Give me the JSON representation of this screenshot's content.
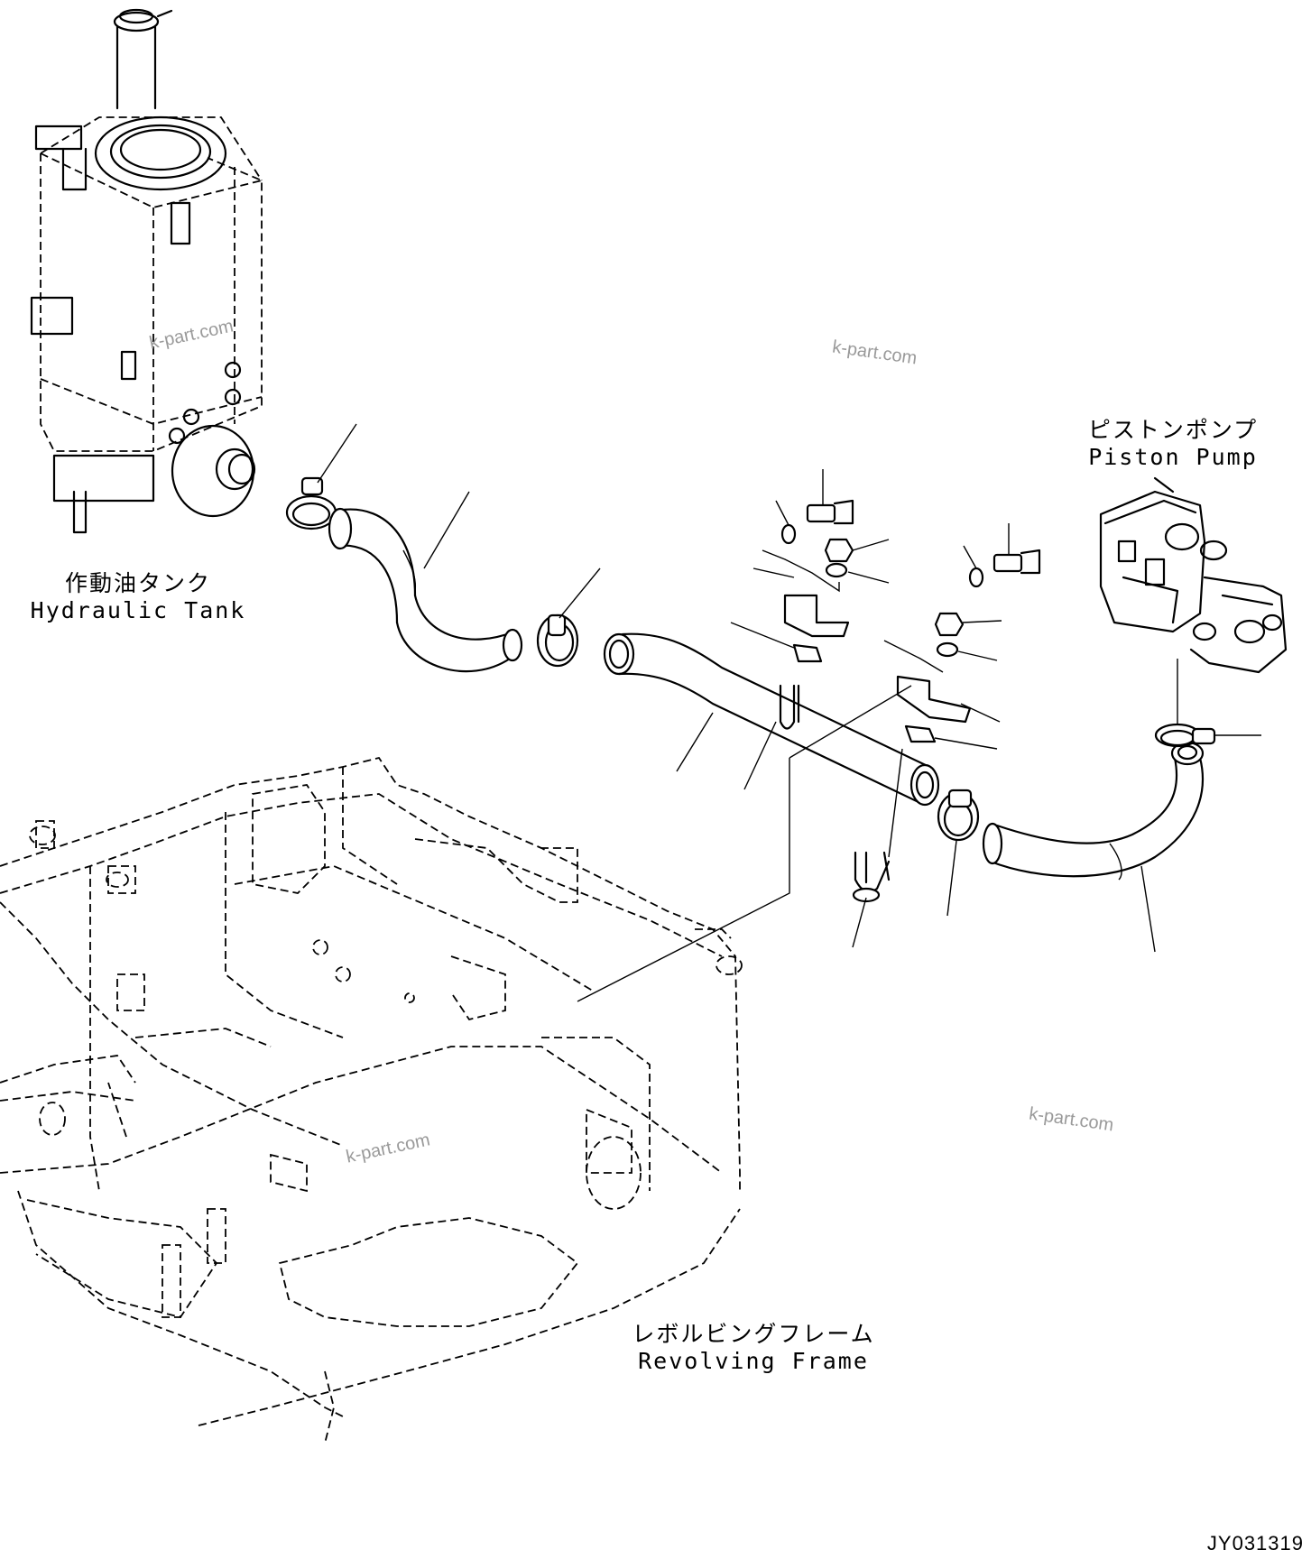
{
  "labels": {
    "hydraulic_tank": {
      "jp": "作動油タンク",
      "en": "Hydraulic Tank"
    },
    "piston_pump": {
      "jp": "ピストンポンプ",
      "en": "Piston Pump"
    },
    "revolving_frame": {
      "jp": "レボルビングフレーム",
      "en": "Revolving Frame"
    }
  },
  "watermarks": [
    "k-part.com",
    "k-part.com",
    "k-part.com",
    "k-part.com"
  ],
  "drawing_code": "JY031319"
}
